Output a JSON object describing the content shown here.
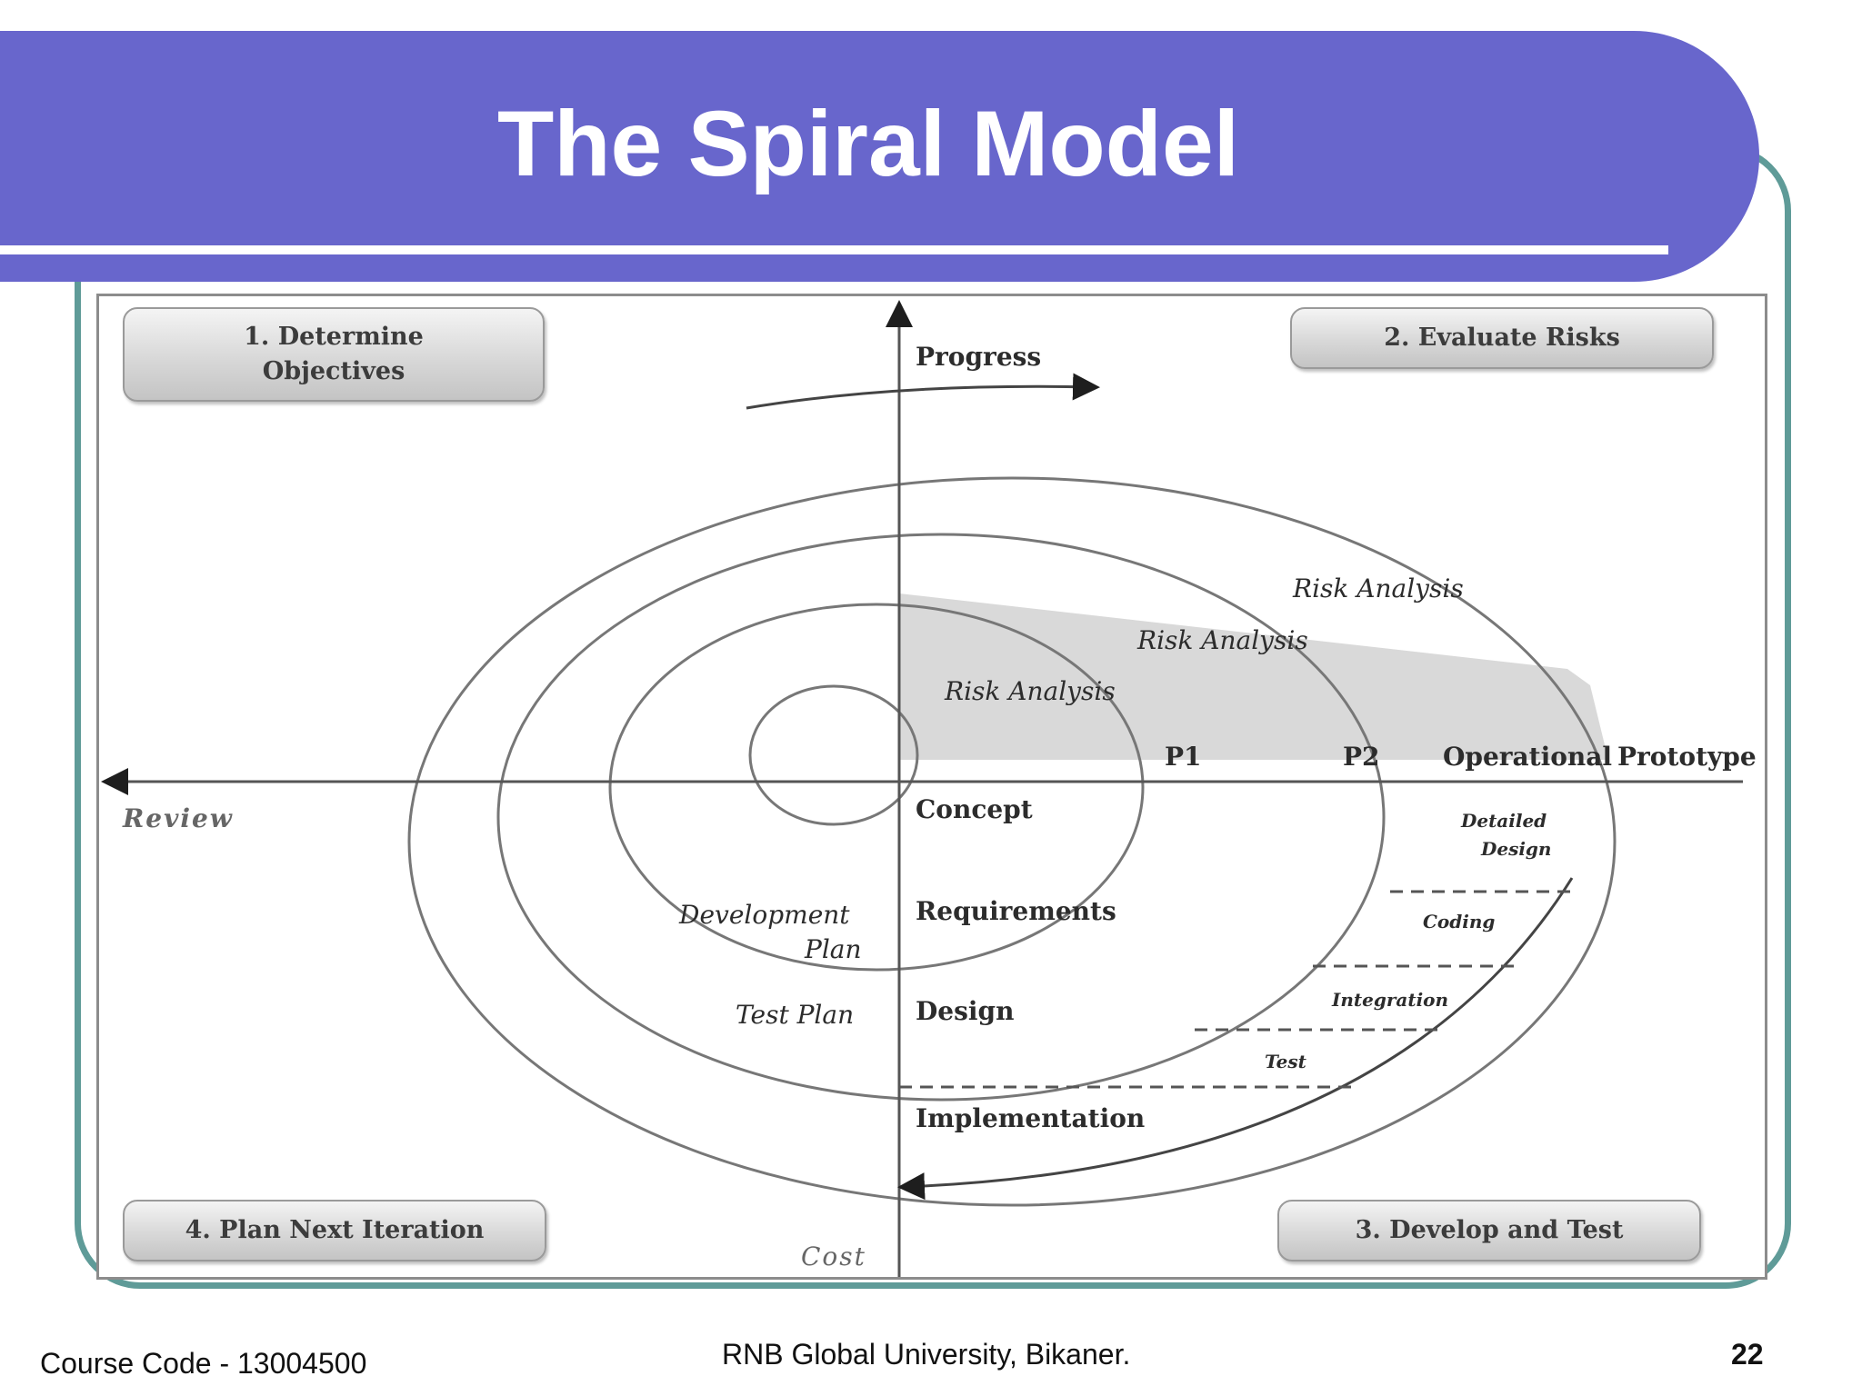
{
  "slide": {
    "title": "The Spiral Model",
    "footer_left": "Course Code - 13004500",
    "footer_center": "RNB Global University, Bikaner.",
    "page_number": "22"
  },
  "colors": {
    "header": "#6866cc",
    "frame": "#5f9b98"
  },
  "quadrants": {
    "q1": "1. Determine\nObjectives",
    "q2": "2. Evaluate Risks",
    "q3": "3. Develop and Test",
    "q4": "4. Plan Next Iteration"
  },
  "axes": {
    "top": "Progress",
    "left": "Review",
    "bottom": "Cost"
  },
  "risk_labels": [
    "Risk Analysis",
    "Risk Analysis",
    "Risk Analysis"
  ],
  "prototypes": [
    "P1",
    "P2",
    "Operational",
    "Prototype"
  ],
  "phases": [
    "Concept",
    "Requirements",
    "Design",
    "Implementation"
  ],
  "plans": [
    "Development",
    "Plan",
    "Test Plan"
  ],
  "stages": [
    "Detailed",
    "Design",
    "Coding",
    "Integration",
    "Test"
  ]
}
